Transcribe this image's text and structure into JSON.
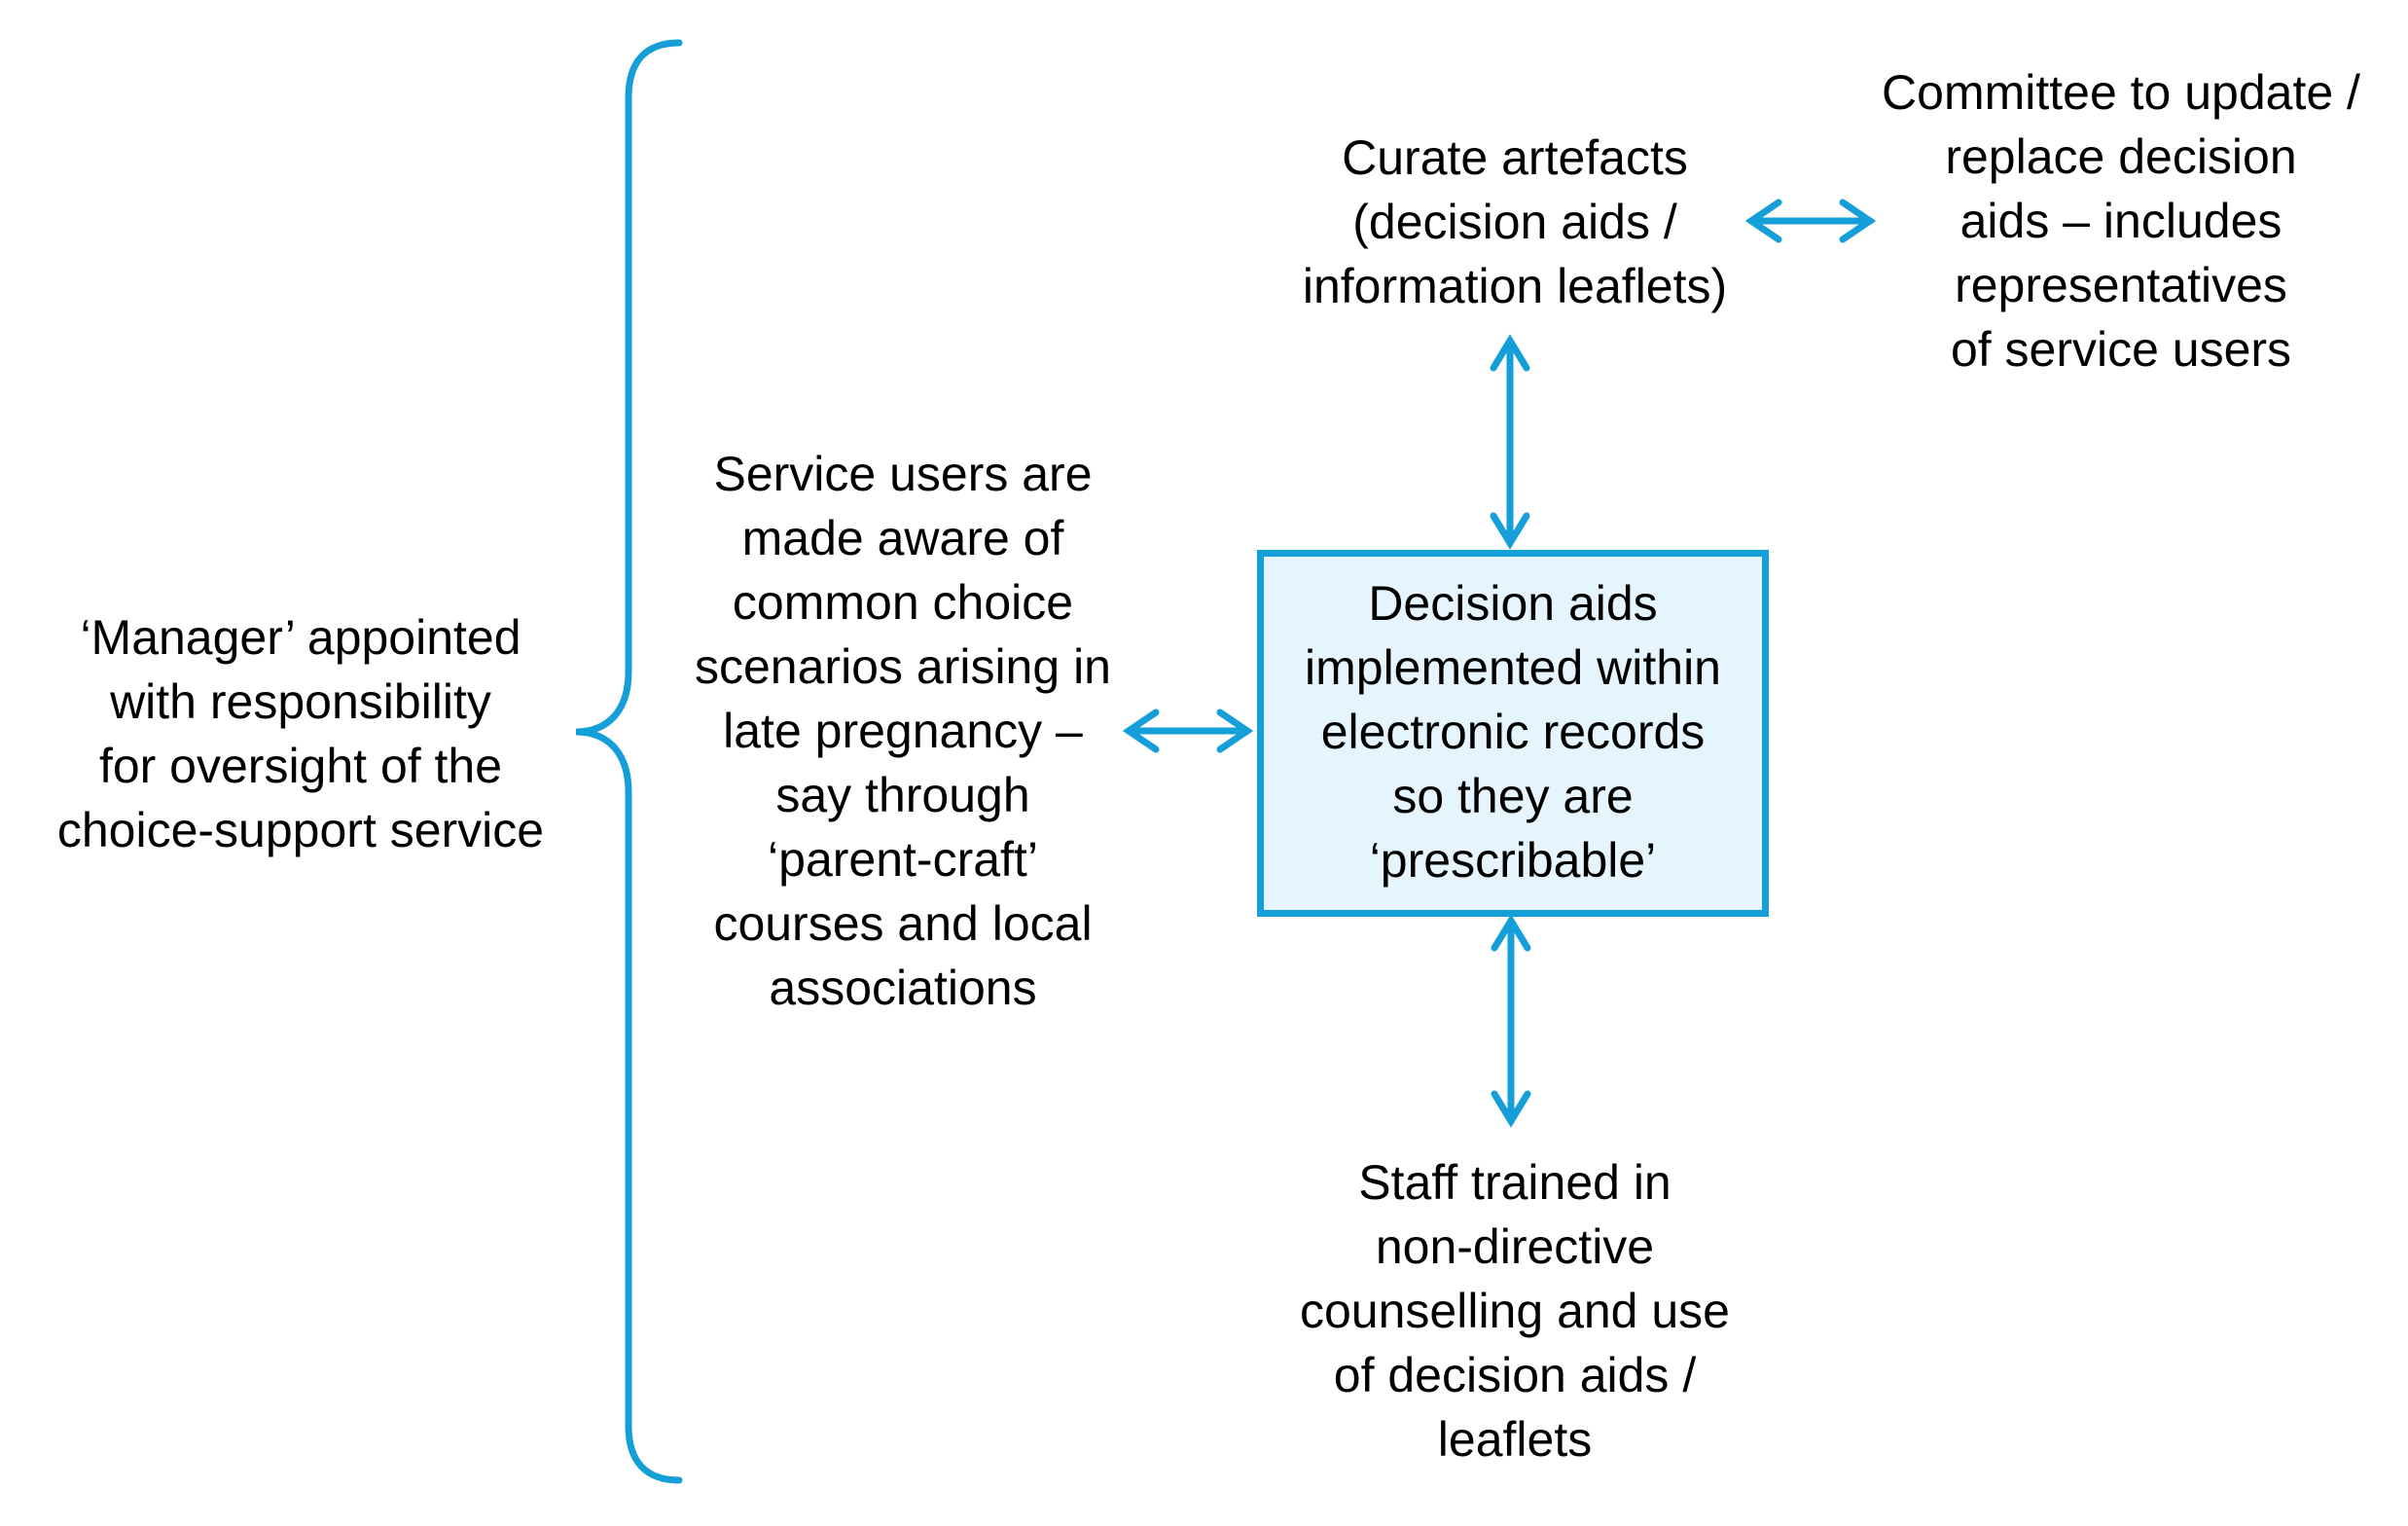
{
  "diagram": {
    "accent_color": "#159fd8",
    "box_fill_color": "#e6f5fd",
    "brace": {
      "label": "brace-grouping-all-components"
    },
    "nodes": {
      "manager": {
        "lines": [
          "‘Manager’ appointed",
          "with responsibility",
          "for oversight of the",
          "choice-support service"
        ]
      },
      "service_users": {
        "lines": [
          "Service users are",
          "made aware of",
          "common choice",
          "scenarios arising in",
          "late pregnancy –",
          "say through",
          "‘parent-craft’",
          "courses and local",
          "associations"
        ]
      },
      "decision_aids_center": {
        "lines": [
          "Decision aids",
          "implemented within",
          "electronic records",
          "so they are",
          "‘prescribable’"
        ]
      },
      "curate": {
        "lines": [
          "Curate artefacts",
          "(decision aids /",
          "information leaflets)"
        ]
      },
      "committee": {
        "lines": [
          "Committee to update /",
          "replace decision",
          "aids – includes",
          "representatives",
          "of service users"
        ]
      },
      "staff": {
        "lines": [
          "Staff trained in",
          "non-directive",
          "counselling and use",
          "of decision aids /",
          "leaflets"
        ]
      }
    },
    "edges": [
      {
        "from": "service_users",
        "to": "decision_aids_center",
        "type": "bidirectional"
      },
      {
        "from": "curate",
        "to": "decision_aids_center",
        "type": "bidirectional"
      },
      {
        "from": "curate",
        "to": "committee",
        "type": "bidirectional"
      },
      {
        "from": "decision_aids_center",
        "to": "staff",
        "type": "bidirectional"
      }
    ]
  }
}
